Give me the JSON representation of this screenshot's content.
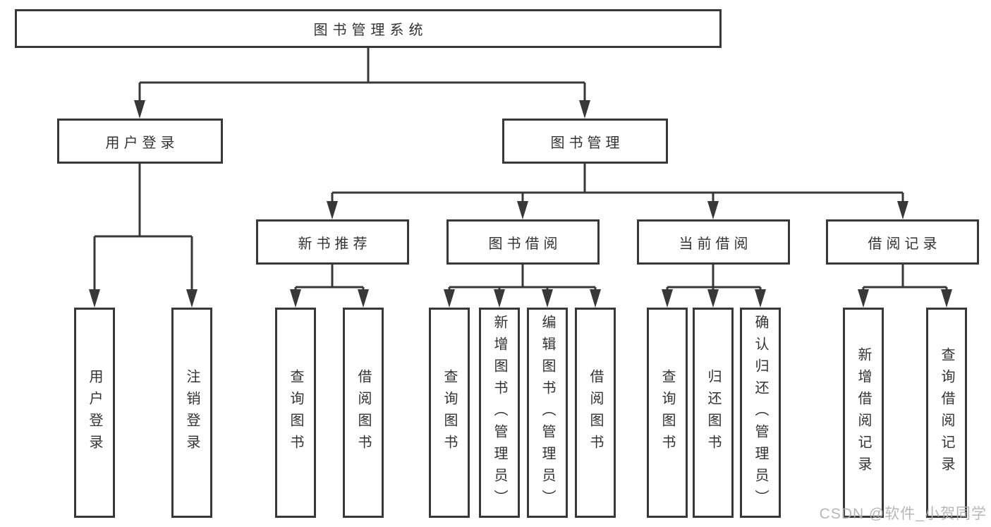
{
  "diagram": {
    "type": "tree",
    "root": {
      "label": "图书管理系统"
    },
    "level2": [
      {
        "label": "用户登录"
      },
      {
        "label": "图书管理"
      }
    ],
    "level3": [
      {
        "label": "新书推荐"
      },
      {
        "label": "图书借阅"
      },
      {
        "label": "当前借阅"
      },
      {
        "label": "借阅记录"
      }
    ],
    "leaves": {
      "user_login": [
        {
          "label": "用户登录"
        },
        {
          "label": "注销登录"
        }
      ],
      "new_book_recommend": [
        {
          "label": "查询图书"
        },
        {
          "label": "借阅图书"
        }
      ],
      "book_borrow": [
        {
          "label": "查询图书"
        },
        {
          "label": "新增图书（管理员）"
        },
        {
          "label": "编辑图书（管理员）"
        },
        {
          "label": "借阅图书"
        }
      ],
      "current_borrow": [
        {
          "label": "查询图书"
        },
        {
          "label": "归还图书"
        },
        {
          "label": "确认归还（管理员）"
        }
      ],
      "borrow_records": [
        {
          "label": "新增借阅记录"
        },
        {
          "label": "查询借阅记录"
        }
      ]
    },
    "watermark": "CSDN @软件_小贺同学",
    "colors": {
      "line": "#383838",
      "text": "#333333",
      "watermark": "#b0b0b0",
      "background": "#ffffff"
    }
  }
}
